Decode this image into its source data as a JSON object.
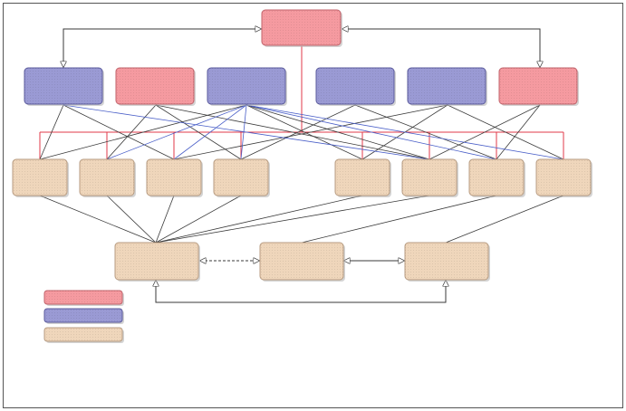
{
  "diagram": {
    "colors": {
      "red": "#f59aa0",
      "blue": "#9a9ad4",
      "tan": "#efd6bb",
      "red_line": "#e23a4a",
      "blue_line": "#4a5fc8",
      "black_line": "#3a3a3a"
    },
    "legend": [
      {
        "color": "red",
        "label": ""
      },
      {
        "color": "blue",
        "label": ""
      },
      {
        "color": "tan",
        "label": ""
      }
    ]
  }
}
